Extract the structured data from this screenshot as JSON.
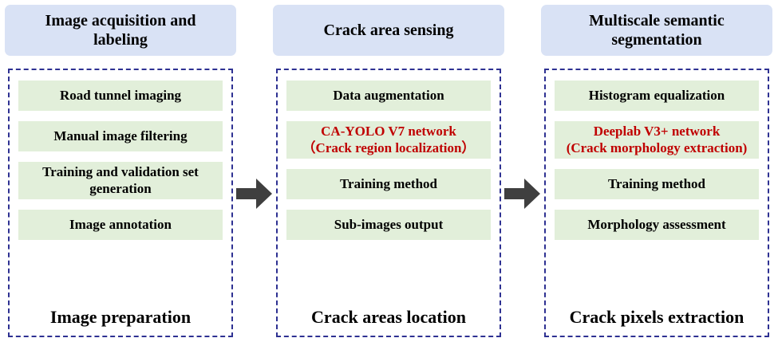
{
  "columns": [
    {
      "header": "Image acquisition and\nlabeling",
      "steps": [
        "Road tunnel imaging",
        "Manual image filtering",
        "Training and validation set\ngeneration",
        "Image annotation"
      ],
      "caption": "Image preparation"
    },
    {
      "header": "Crack area sensing",
      "steps": [
        "Data augmentation",
        "CA-YOLO V7 network\n（Crack region localization）",
        "Training method",
        "Sub-images output"
      ],
      "caption": "Crack areas location"
    },
    {
      "header": "Multiscale semantic\nsegmentation",
      "steps": [
        "Histogram equalization",
        "Deeplab V3+ network\n(Crack morphology extraction)",
        "Training method",
        "Morphology assessment"
      ],
      "caption": "Crack pixels extraction"
    }
  ],
  "colors": {
    "header_bg": "#d9e2f5",
    "step_bg": "#e2efda",
    "dashed_border": "#2e3192",
    "highlight_text": "#c00000",
    "arrow": "#3f3f3f"
  }
}
